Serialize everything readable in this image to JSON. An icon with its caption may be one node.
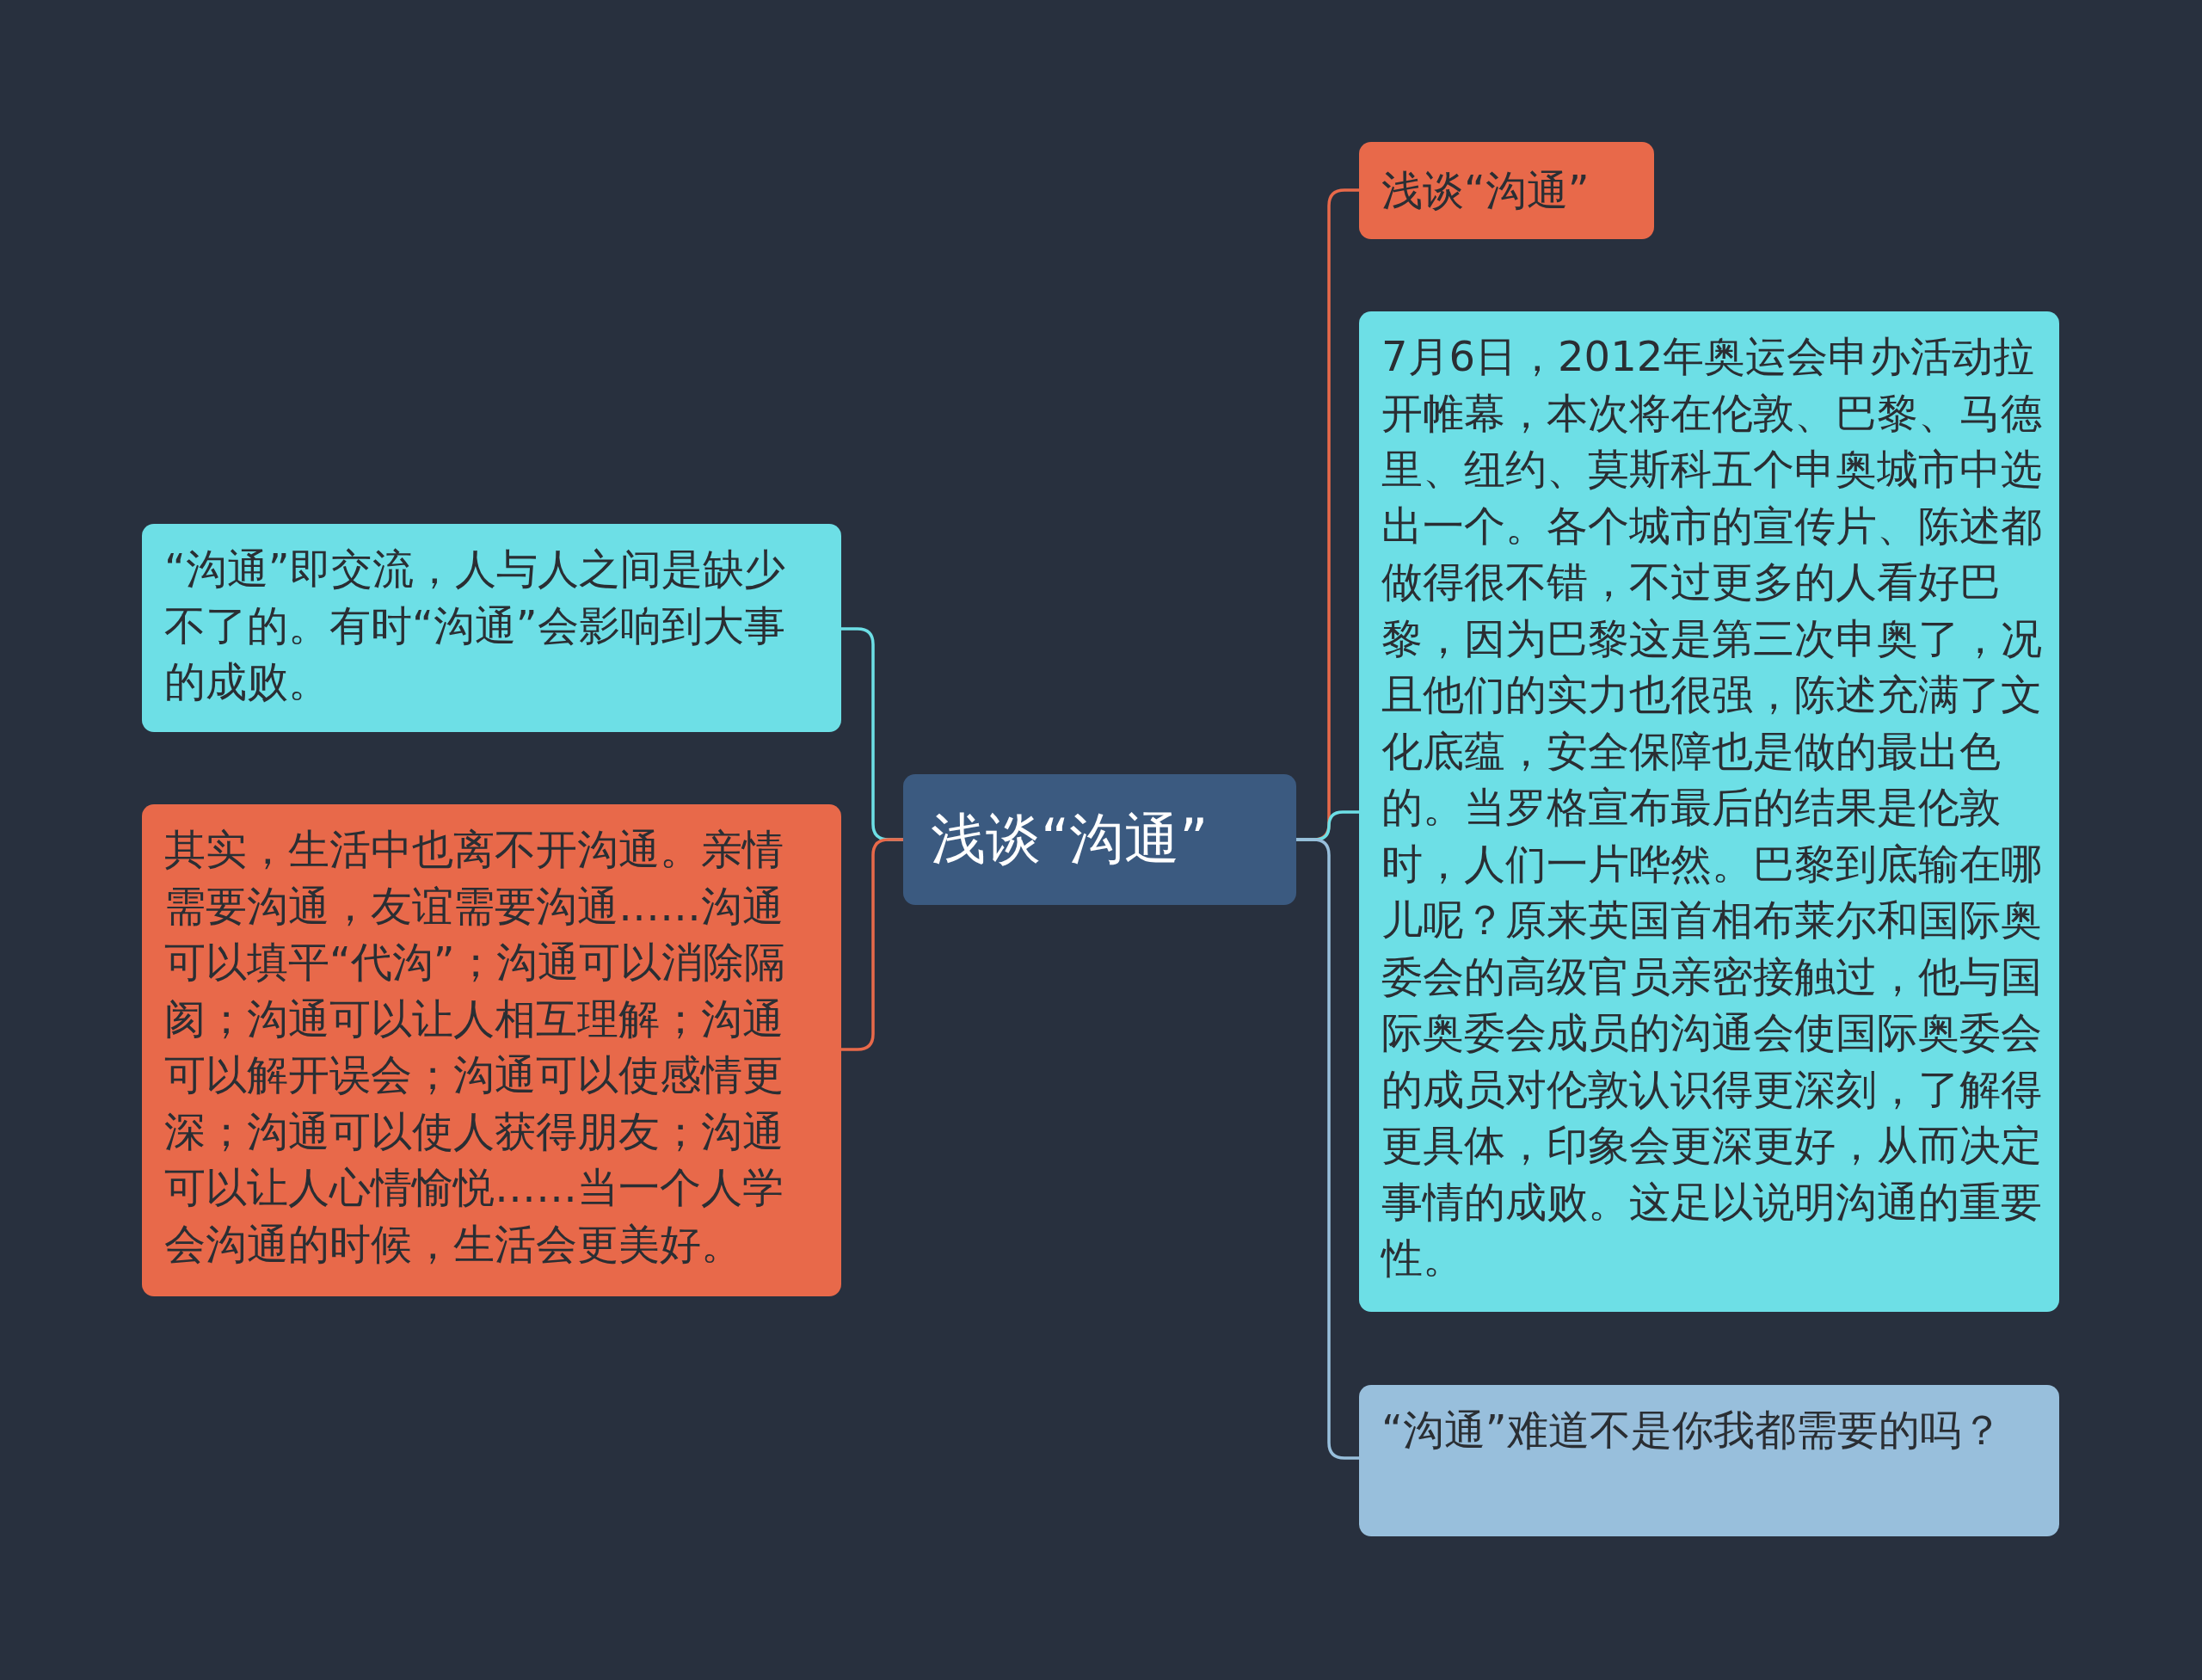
{
  "diagram": {
    "nodes": [
      {
        "text": [
          "浅谈“沟通”"
        ]
      },
      {
        "text": [
          "浅谈“沟通”"
        ]
      },
      {
        "text": [
          "7月6日，2012年奥运会申办活动拉开帷幕，本次将在伦敦、巴黎、马德里、纽约、莫斯科五个申奥城市中选出一个。各个城市的宣传片、陈述都做得很不错，不过更多的人看好巴黎，因为巴黎这是第三次申奥了，况且他们的实力也很强，陈述充满了文化底蕴，安全保障也是做的最出色的。当罗格宣布最后的结果是伦敦时，人们一片哗然。巴黎到底输在哪儿呢？原来英国首相布莱尔和国际奥委会的高级官员亲密接触过，他与国际奥委会成员的沟通会使国际奥委会的成员对伦敦认识得更深刻，了解得更具体，印象会更深更好，从而决定事情的成败。这足以说明沟通的重要性。"
        ]
      },
      {
        "text": [
          "“沟通”难道不是你我都需要的吗？"
        ]
      },
      {
        "text": [
          "“沟通”即交流，人与人之间是缺少不了的。有时“沟通”会影响到大事的成败。"
        ]
      },
      {
        "text": [
          "其实，生活中也离不开沟通。亲情需要沟通，友谊需要沟通……沟通可以填平“代沟”；沟通可以消除隔阂；沟通可以让人相互理解；沟通可以解开误会；沟通可以使感情更深；沟通可以使人获得朋友；沟通可以让人心情愉悦……当一个人学会沟通的时候，生活会更美好。"
        ]
      }
    ],
    "edges": [
      {
        "from": 0,
        "to": 1,
        "arrow": "none",
        "color": "#e8694a"
      },
      {
        "from": 0,
        "to": 2,
        "arrow": "none",
        "color": "#6ddfe6"
      },
      {
        "from": 0,
        "to": 3,
        "arrow": "none",
        "color": "#98bfdc"
      },
      {
        "from": 0,
        "to": 4,
        "arrow": "none",
        "color": "#6ddfe6"
      },
      {
        "from": 0,
        "to": 5,
        "arrow": "none",
        "color": "#e8694a"
      }
    ]
  }
}
